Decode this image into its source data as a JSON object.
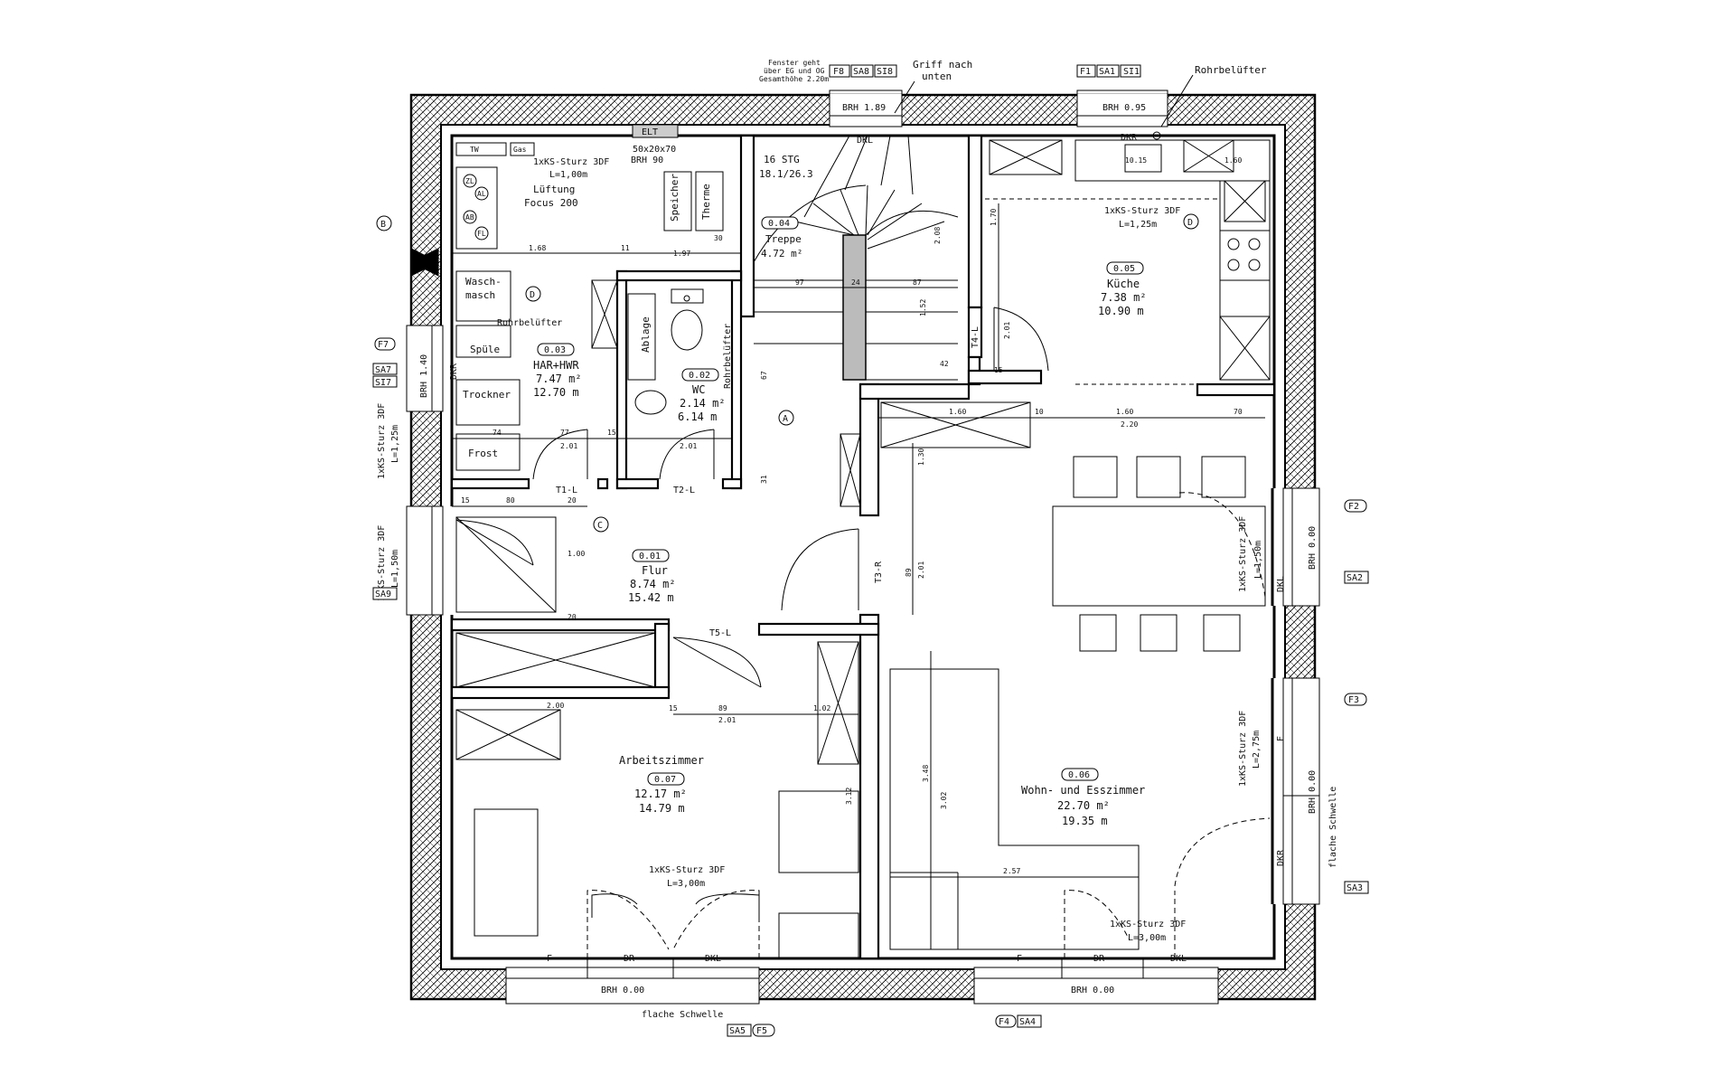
{
  "rooms": {
    "har": {
      "name": "HAR+HWR",
      "num": "0.03",
      "area": "7.47 m²",
      "perimeter": "12.70 m"
    },
    "wc": {
      "name": "WC",
      "num": "0.02",
      "area": "2.14 m²",
      "perimeter": "6.14 m"
    },
    "treppe": {
      "name": "Treppe",
      "num": "0.04",
      "area": "4.72 m²",
      "stg": "16 STG",
      "ratio": "18.1/26.3"
    },
    "kueche": {
      "name": "Küche",
      "num": "0.05",
      "area": "7.38 m²",
      "perimeter": "10.90 m"
    },
    "flur": {
      "name": "Flur",
      "num": "0.01",
      "area": "8.74 m²",
      "perimeter": "15.42 m"
    },
    "arbeit": {
      "name": "Arbeitszimmer",
      "num": "0.07",
      "area": "12.17 m²",
      "perimeter": "14.79 m"
    },
    "wohn": {
      "name": "Wohn- und Esszimmer",
      "num": "0.06",
      "area": "22.70 m²",
      "perimeter": "19.35 m"
    }
  },
  "fixtures": {
    "tw": "TW",
    "gas": "Gas",
    "elt": "ELT",
    "sturz_har": "1xKS-Sturz 3DF",
    "sturz_har_l": "L=1,00m",
    "elt_dim": "50x20x70",
    "elt_brh": "BRH 90",
    "lueftung": "Lüftung",
    "focus": "Focus 200",
    "zl": "ZL",
    "al": "AL",
    "ab": "AB",
    "fl": "FL",
    "speicher": "Speicher",
    "therme": "Therme",
    "waschmasch": "Wasch-",
    "waschmasch2": "masch",
    "rohr1": "Rohrbelüfter",
    "spuele": "Spüle",
    "trockner": "Trockner",
    "frost": "Frost",
    "ablage": "Ablage",
    "rohr2": "Rohrbelüfter",
    "rohr3": "Rohrbelüfter",
    "sturz_kueche": "1xKS-Sturz 3DF",
    "sturz_kueche_l": "L=1,25m",
    "fenster_note1": "Fenster geht",
    "fenster_note2": "über EG und OG",
    "fenster_note3": "Gesamthöhe 2.20m",
    "griff1": "Griff nach",
    "griff2": "unten",
    "brh_f8": "BRH 1.89",
    "brh_f1": "BRH 0.95",
    "dkl": "DKL",
    "dkr": "DKR",
    "brh_f7": "BRH 1.40",
    "brh_f2": "BRH 0.00",
    "brh_f3": "BRH 0.00",
    "brh_f5": "BRH 0.00",
    "brh_f4": "BRH 0.00",
    "sturz_left1": "1xKS-Sturz 3DF",
    "sturz_left1_l": "L=1,25m",
    "sturz_left2": "1xKS-Sturz 3DF",
    "sturz_left2_l": "L=1,50m",
    "sturz_right1": "1xKS-Sturz 3DF",
    "sturz_right1_l": "L=1,50m",
    "sturz_right2": "1xKS-Sturz 3DF",
    "sturz_right2_l": "L=2,75m",
    "sturz_bottom1": "1xKS-Sturz 3DF",
    "sturz_bottom1_l": "L=3,00m",
    "sturz_bottom2": "1xKS-Sturz 3DF",
    "sturz_bottom2_l": "L=3,00m",
    "flache1": "flache Schwelle",
    "flache2": "flache Schwelle",
    "f": "F",
    "dr": "DR",
    "t1": "T1-L",
    "t2": "T2-L",
    "t3": "T3-R",
    "t4": "T4-L",
    "t5": "T5-L"
  },
  "tags": {
    "f1": "F1",
    "sa1": "SA1",
    "si1": "SI1",
    "f8": "F8",
    "sa8": "SA8",
    "si8": "SI8",
    "f7": "F7",
    "sa7": "SA7",
    "si7": "SI7",
    "sa9": "SA9",
    "f2": "F2",
    "sa2": "SA2",
    "f3": "F3",
    "sa3": "SA3",
    "sa5": "SA5",
    "f5": "F5",
    "f4": "F4",
    "sa4": "SA4",
    "a": "A",
    "b": "B",
    "c": "C",
    "d": "D"
  },
  "dims": {
    "d1": "1.68",
    "d2": "11",
    "d3": "1.97",
    "d4": "30",
    "d5": "97",
    "d6": "24",
    "d7": "87",
    "d8": "1.60",
    "d9": "10",
    "d10": "1.60",
    "d11": "70",
    "d12": "2.20",
    "d13": "77",
    "d14": "2.01",
    "d15": "15",
    "d16": "74",
    "d17": "2.01",
    "d18": "15",
    "d19": "80",
    "d20": "20",
    "d21": "1.00",
    "d22": "20",
    "d23": "2.00",
    "d24": "15",
    "d25": "89",
    "d26": "2.01",
    "d27": "1.02",
    "d28": "3.48",
    "d29": "3.02",
    "d30": "2.57",
    "d31": "1.30",
    "d32": "89",
    "d33": "2.01",
    "d34": "1.70",
    "d35": "2.08",
    "d36": "1.52",
    "d37": "42",
    "d38": "15",
    "d39": "2.01",
    "d40": "10.15",
    "d41": "1.60",
    "d42": "67",
    "d43": "31",
    "d44": "3.12"
  }
}
